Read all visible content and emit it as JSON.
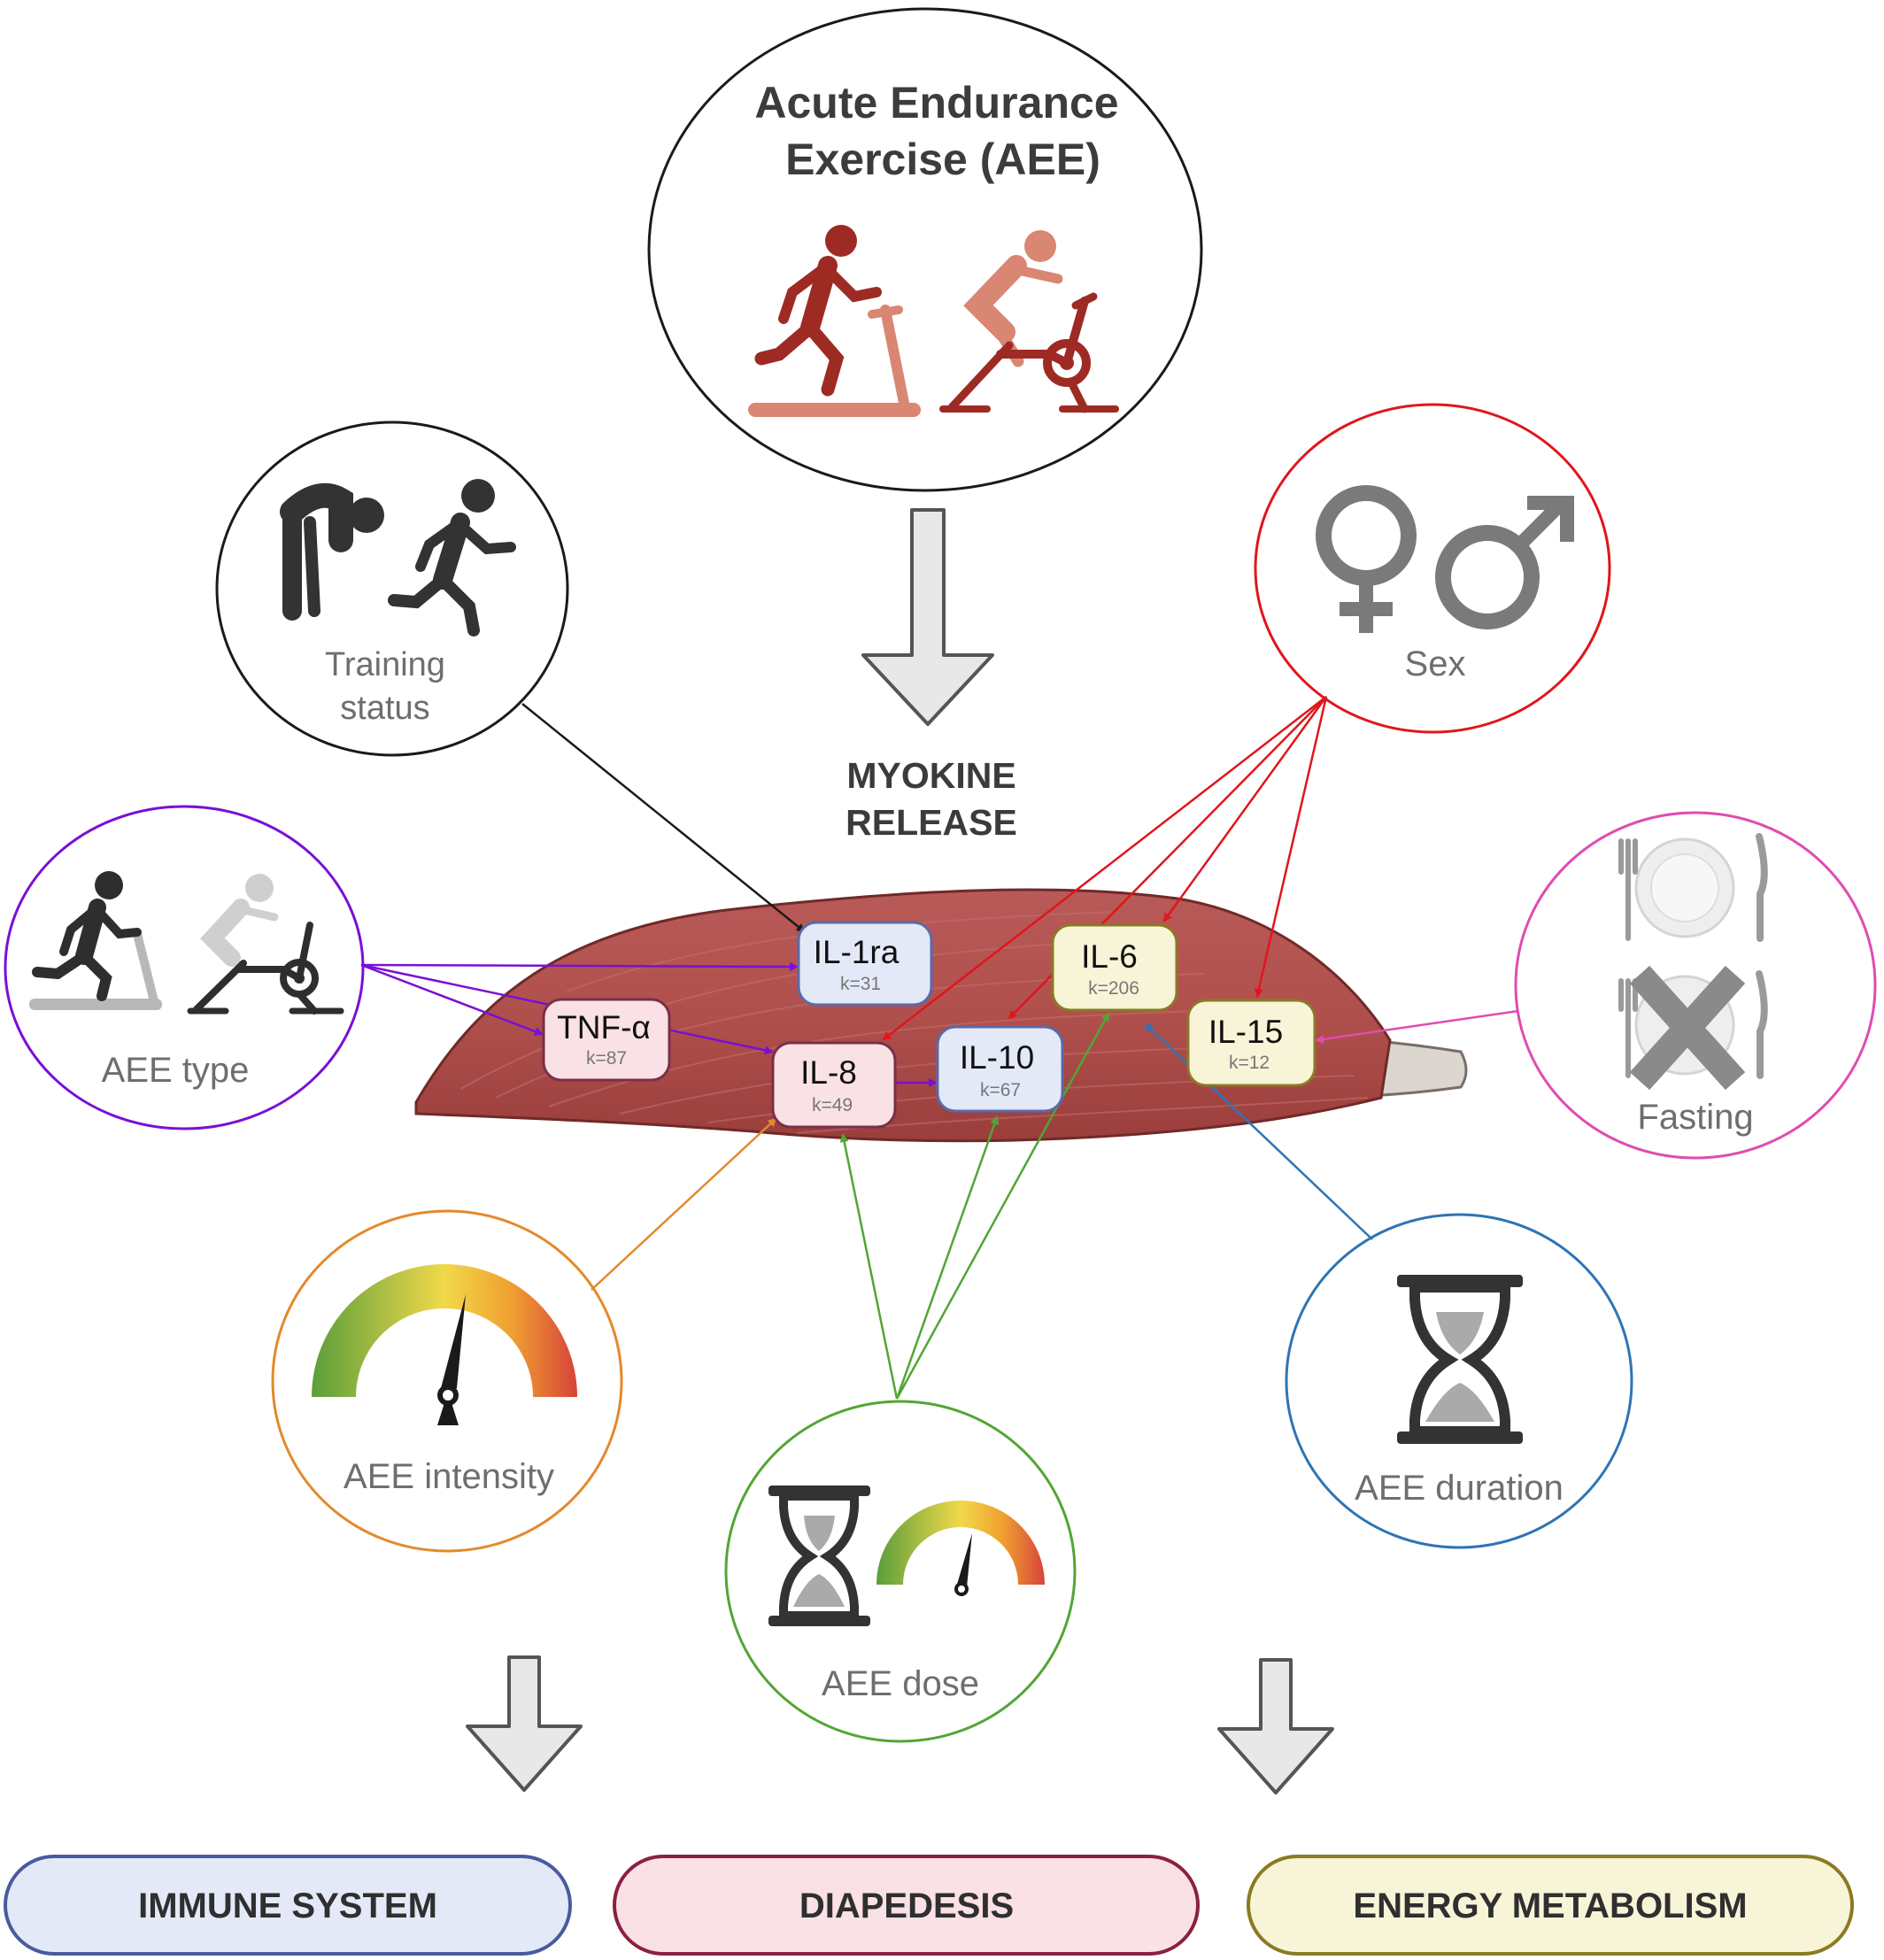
{
  "central_factor": {
    "title_line1": "Acute Endurance",
    "title_line2": "Exercise (AEE)"
  },
  "process": {
    "line1": "MYOKINE",
    "line2": "RELEASE"
  },
  "factors": {
    "training_status": {
      "line1": "Training",
      "line2": "status",
      "color": "#1a1a1a"
    },
    "sex": {
      "label": "Sex",
      "color": "#e0161b"
    },
    "aee_type": {
      "label": "AEE type",
      "color": "#7a0fd6"
    },
    "fasting": {
      "label": "Fasting",
      "color": "#e04cb0"
    },
    "aee_intensity": {
      "label": "AEE intensity",
      "color": "#e38a2a"
    },
    "aee_dose": {
      "label": "AEE dose",
      "color": "#52a535"
    },
    "aee_duration": {
      "label": "AEE duration",
      "color": "#2e74b5"
    }
  },
  "myokines": {
    "il1ra": {
      "name": "IL-1ra",
      "k": "k=31",
      "group": "immune"
    },
    "tnfa": {
      "name": "TNF-α",
      "k": "k=87",
      "group": "diapedesis"
    },
    "il8": {
      "name": "IL-8",
      "k": "k=49",
      "group": "diapedesis"
    },
    "il10": {
      "name": "IL-10",
      "k": "k=67",
      "group": "immune"
    },
    "il6": {
      "name": "IL-6",
      "k": "k=206",
      "group": "energy"
    },
    "il15": {
      "name": "IL-15",
      "k": "k=12",
      "group": "energy"
    }
  },
  "outcomes": {
    "immune": {
      "label": "IMMUNE SYSTEM",
      "fill": "#e4e9f8",
      "stroke": "#4a5b9c"
    },
    "diapedesis": {
      "label": "DIAPEDESIS",
      "fill": "#f9e1e6",
      "stroke": "#8b2040"
    },
    "energy": {
      "label": "ENERGY METABOLISM",
      "fill": "#f8f4d8",
      "stroke": "#8b7a22"
    }
  }
}
